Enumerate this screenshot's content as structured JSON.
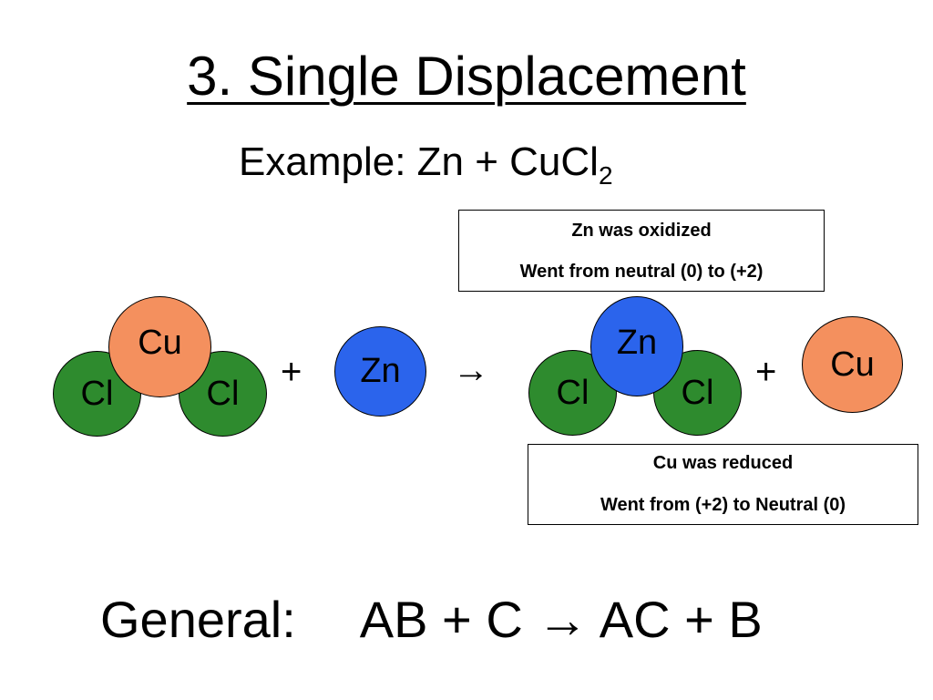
{
  "title": "3. Single Displacement",
  "subtitle": {
    "prefix": "Example: Zn + CuCl",
    "subscript": "2"
  },
  "notes": {
    "oxidized": {
      "line1": "Zn was oxidized",
      "line2": "Went from neutral (0) to (+2)"
    },
    "reduced": {
      "line1": "Cu was reduced",
      "line2": "Went from (+2) to  Neutral (0)"
    }
  },
  "atoms": {
    "cl": "Cl",
    "cu": "Cu",
    "zn": "Zn"
  },
  "symbols": {
    "plus": "+",
    "arrow": "→"
  },
  "general": {
    "label": "General:",
    "equation": "AB + C → AC + B"
  },
  "colors": {
    "chlorine": "#2e8b2e",
    "copper": "#f4905e",
    "zinc": "#2b64ec"
  }
}
